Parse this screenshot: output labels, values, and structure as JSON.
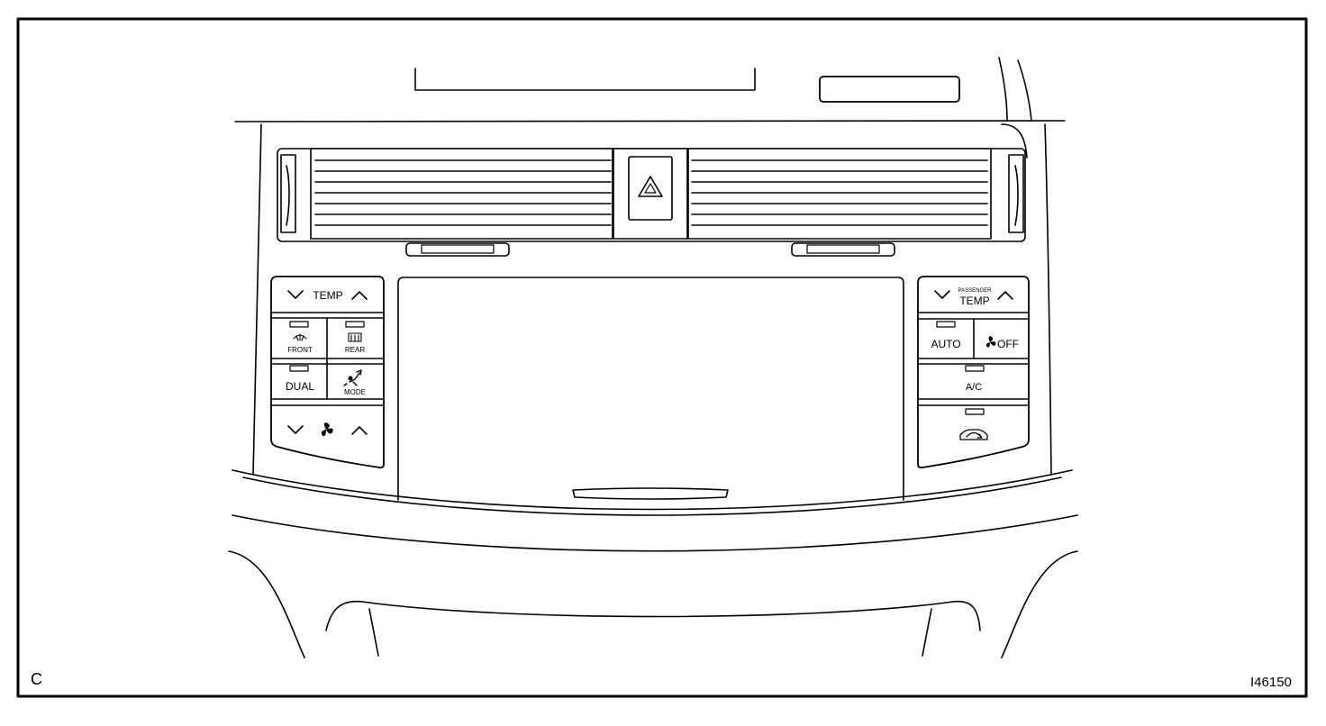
{
  "corner_letter": "C",
  "figure_id": "I46150",
  "left_panel": {
    "temp_label": "TEMP",
    "front_label": "FRONT",
    "rear_label": "REAR",
    "dual_label": "DUAL",
    "mode_label": "MODE"
  },
  "right_panel": {
    "passenger_label": "PASSENGER",
    "temp_label": "TEMP",
    "auto_label": "AUTO",
    "off_label": "OFF",
    "ac_label": "A/C"
  },
  "icons": {
    "temp_down": "chevron-down-icon",
    "temp_up": "chevron-up-icon",
    "front_defrost": "front-defroster-icon",
    "rear_defrost": "rear-defroster-icon",
    "mode": "airflow-mode-icon",
    "fan": "fan-icon",
    "hazard": "hazard-triangle-icon",
    "recirculation": "recirculation-icon"
  }
}
